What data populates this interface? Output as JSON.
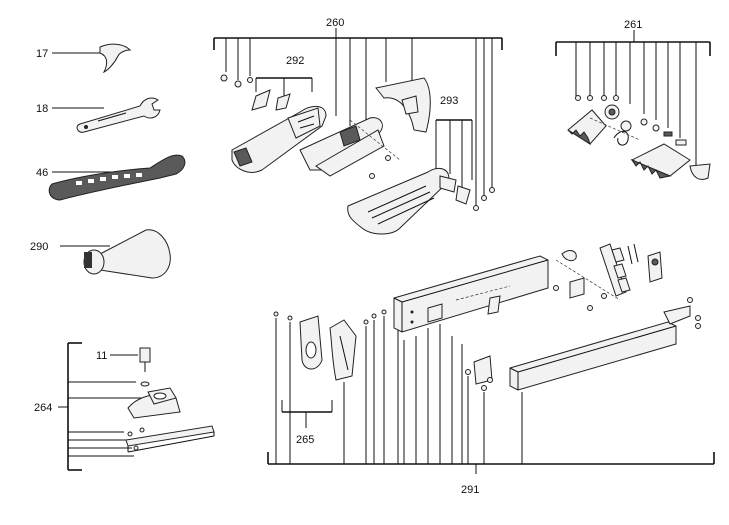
{
  "labels": {
    "p17": "17",
    "p18": "18",
    "p46": "46",
    "p290": "290",
    "p260": "260",
    "p261": "261",
    "p292": "292",
    "p293": "293",
    "p264": "264",
    "p11": "11",
    "p265": "265",
    "p291": "291"
  },
  "colors": {
    "line": "#111111",
    "part_fill": "#f2f2f2",
    "part_dark": "#5a5a5a"
  }
}
